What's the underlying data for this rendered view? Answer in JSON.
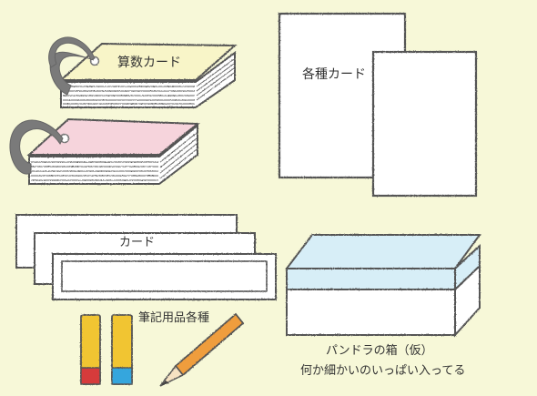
{
  "labels": {
    "math_cards": "算数カード",
    "various_cards": "各種カード",
    "cards": "カード",
    "stationery": "筆記用品各種",
    "pandora_line1": "パンドラの箱（仮）",
    "pandora_line2": "何か細かいのいっぱい入ってる"
  },
  "colors": {
    "background": "#f7f8d8",
    "math_card_top": "#f8f5c8",
    "pink_card_top": "#f6d4dc",
    "box_lid": "#d7eef7",
    "card_fill": "#ffffff",
    "outline": "#555555",
    "ring": "#7a7a7a",
    "marker_body": "#f1c531",
    "marker_red_cap": "#d63b3b",
    "marker_blue_cap": "#35a6dd",
    "pencil_body": "#ef9d3c"
  },
  "icons": [
    "ring-binder-icon",
    "marker-icon",
    "pencil-icon"
  ]
}
